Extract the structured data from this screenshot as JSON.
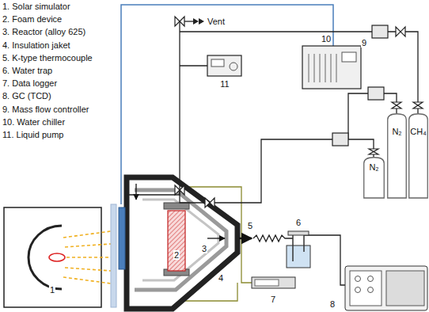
{
  "diagram": {
    "nodes": [
      {
        "text": [
          "N₂"
        ]
      },
      {
        "text": [
          "N₂"
        ]
      },
      {
        "text": [
          "CH₄"
        ]
      }
    ],
    "labels": [
      "1. Solar simulator",
      "2. Foam device",
      "3. Reactor (alloy 625)",
      "4. Insulation jaket",
      "5. K-type thermocouple",
      "6. Water trap",
      "7. Data logger",
      "8. GC (TCD)",
      "9. Mass flow controller",
      "10. Water chiller",
      "11. Liquid pump",
      "1",
      "2",
      "3",
      "4",
      "5",
      "6",
      "7",
      "8",
      "9",
      "10",
      "11",
      "Vent"
    ]
  }
}
